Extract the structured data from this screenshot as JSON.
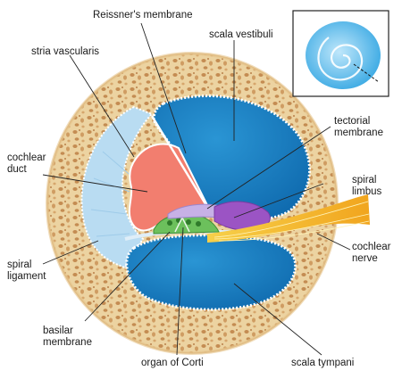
{
  "labels": {
    "reissners_membrane": "Reissner's membrane",
    "stria_vascularis": "stria vascularis",
    "scala_vestibuli": "scala vestibuli",
    "tectorial_membrane": "tectorial\nmembrane",
    "cochlear_duct": "cochlear\nduct",
    "spiral_limbus": "spiral\nlimbus",
    "cochlear_nerve": "cochlear\nnerve",
    "spiral_ligament": "spiral\nligament",
    "basilar_membrane": "basilar\nmembrane",
    "organ_of_corti": "organ of Corti",
    "scala_tympani": "scala tympani"
  },
  "colors": {
    "bone": "#e9cf9c",
    "bone_pore": "#c9975a",
    "scala": "#1f86c9",
    "scala_light": "#6ec3ec",
    "duct": "#f27e6f",
    "tectorial": "#b39ad6",
    "limbus": "#9b54c4",
    "corti": "#6cc05c",
    "nerve": "#f4b52a",
    "ligament": "#b9dcf2"
  },
  "inset": {
    "icon": "cochlea-spiral-icon"
  }
}
